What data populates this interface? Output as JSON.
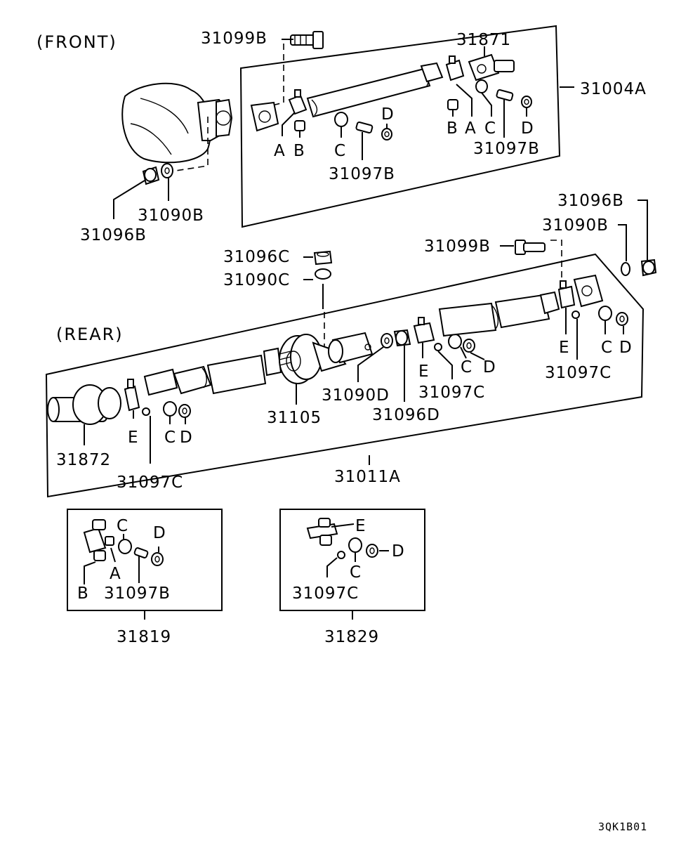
{
  "sections": {
    "front": "(FRONT)",
    "rear": "(REAR)"
  },
  "front_assy": {
    "bolt": "31099B",
    "flange": "31871",
    "assembly": "31004A",
    "grease_fitting_1": "31097B",
    "grease_fitting_2": "31097B",
    "nut": "31096B",
    "washer": "31090B",
    "letters": [
      "A",
      "B",
      "C",
      "D",
      "B",
      "A",
      "C",
      "D"
    ]
  },
  "rear_assy": {
    "nut_top_right": "31096B",
    "washer_top_right": "31090B",
    "bolt": "31099B",
    "nut_center": "31096C",
    "washer_center": "31090C",
    "bearing": "31105",
    "washer_d": "31090D",
    "nut_d": "31096D",
    "fitting_left": "31097C",
    "fitting_mid": "31097C",
    "fitting_right": "31097C",
    "flange": "31872",
    "assembly": "31011A",
    "letters": [
      "E",
      "C",
      "D",
      "E",
      "C",
      "D",
      "E",
      "C",
      "D"
    ]
  },
  "kit_31819": {
    "label": "31819",
    "fitting": "31097B",
    "letters": [
      "C",
      "D",
      "A",
      "B"
    ]
  },
  "kit_31829": {
    "label": "31829",
    "fitting": "31097C",
    "letters": [
      "E",
      "D",
      "C"
    ]
  },
  "diagram_code": "3QK1B01"
}
